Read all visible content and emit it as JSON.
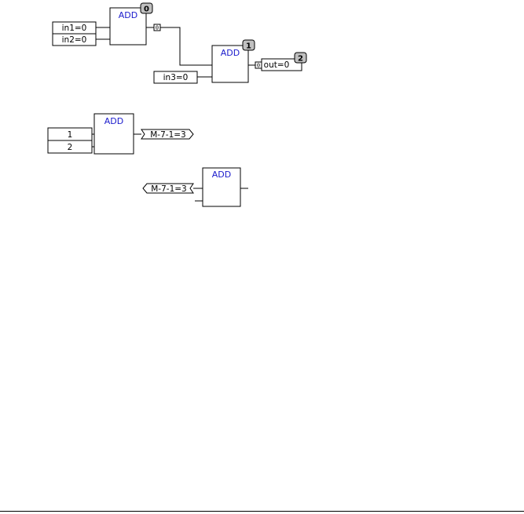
{
  "network1": {
    "block1": {
      "title": "ADD",
      "order": "0"
    },
    "in1": "in1=0",
    "in2": "in2=0",
    "block2": {
      "title": "ADD",
      "order": "1"
    },
    "in3": "in3=0",
    "out": {
      "label": "out=0",
      "order": "2"
    }
  },
  "network2": {
    "block": {
      "title": "ADD"
    },
    "const1": "1",
    "const2": "2",
    "connector_out": "M-7-1=3"
  },
  "network3": {
    "block": {
      "title": "ADD"
    },
    "connector_in": "M-7-1=3"
  }
}
